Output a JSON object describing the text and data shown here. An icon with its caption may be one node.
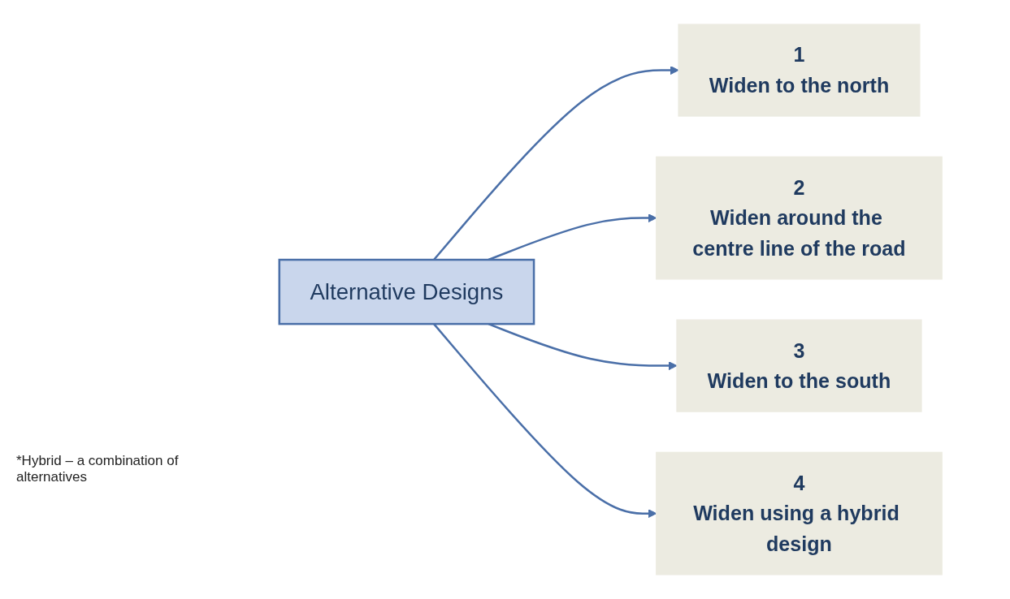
{
  "diagram": {
    "nodes": [
      {
        "text": [
          "Alternative Designs"
        ]
      },
      {
        "text": [
          "1",
          "Widen to the north"
        ]
      },
      {
        "text": [
          "2",
          "Widen around the centre line of the road"
        ]
      },
      {
        "text": [
          "3",
          "Widen to the south"
        ]
      },
      {
        "text": [
          "4",
          "Widen using a hybrid design"
        ]
      }
    ],
    "edges": [
      {
        "from": 0,
        "to": 1,
        "arrow": "to"
      },
      {
        "from": 0,
        "to": 2,
        "arrow": "to"
      },
      {
        "from": 0,
        "to": 3,
        "arrow": "to"
      },
      {
        "from": 0,
        "to": 4,
        "arrow": "to"
      }
    ],
    "labels": [
      "*Hybrid – a combination of alternatives"
    ]
  }
}
